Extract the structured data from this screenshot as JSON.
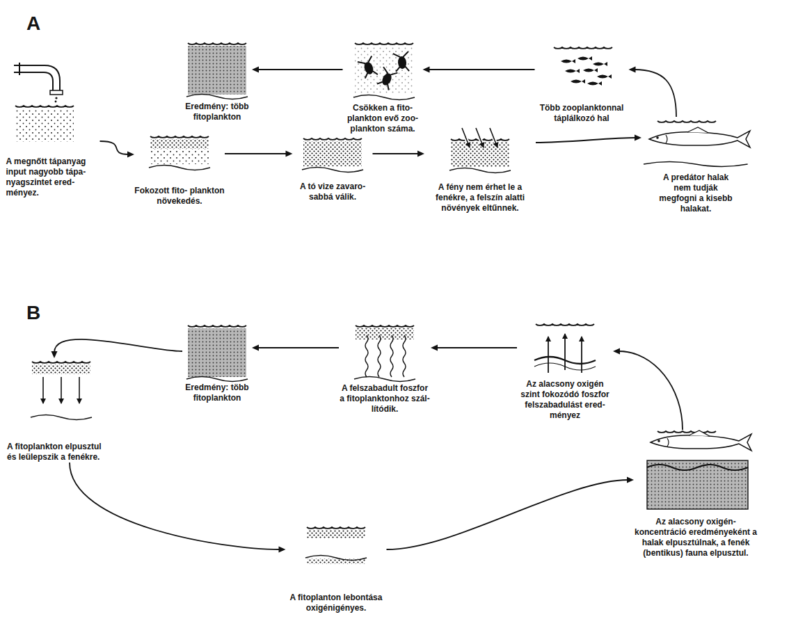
{
  "diagram": {
    "nodes": [
      {
        "text": [
          "A megnőtt tápanyag input nagyobb tápa- nyagszintet ered- ményez."
        ]
      },
      {
        "text": [
          "Fokozott fito- plankton növekedés."
        ]
      },
      {
        "text": [
          "A tó vize zavaro- sabbá válik."
        ]
      },
      {
        "text": [
          "A fény nem érhet le a fenékre, a felszín alatti növények eltűnnek."
        ]
      },
      {
        "text": [
          "A predátor halak nem tudják megfogni a kisebb halakat."
        ]
      },
      {
        "text": [
          "Több zooplanktonnal táplálkozó hal"
        ]
      },
      {
        "text": [
          "Csökken a fito- plankton evő zoo- plankton száma."
        ]
      },
      {
        "text": [
          "Eredmény: több fitoplankton"
        ]
      },
      {
        "text": [
          "A fitoplankton elpusztul és leülepszik a fenékre."
        ]
      },
      {
        "text": [
          "A fitoplanton lebontása oxigénigényes."
        ]
      },
      {
        "text": [
          "Az alacsony oxigén- koncentráció eredményeként a halak elpusztúlnak, a fenék (bentikus) fauna elpusztul."
        ]
      },
      {
        "text": [
          "Az alacsony oxigén szint fokozódó foszfor felszabadulást ered- ményez"
        ]
      },
      {
        "text": [
          "A felszabadult foszfor a fitoplanktonhoz szál- lítódik."
        ]
      },
      {
        "text": [
          "Eredmény: több fitoplankton"
        ]
      }
    ],
    "edges": [
      {
        "from": 0,
        "to": 1,
        "arrow": "to"
      },
      {
        "from": 1,
        "to": 2,
        "arrow": "to"
      },
      {
        "from": 2,
        "to": 3,
        "arrow": "to"
      },
      {
        "from": 3,
        "to": 4,
        "arrow": "to"
      },
      {
        "from": 4,
        "to": 5,
        "arrow": "to"
      },
      {
        "from": 5,
        "to": 6,
        "arrow": "to"
      },
      {
        "from": 6,
        "to": 7,
        "arrow": "to"
      },
      {
        "from": 8,
        "to": 9,
        "arrow": "to"
      },
      {
        "from": 9,
        "to": 10,
        "arrow": "to"
      },
      {
        "from": 10,
        "to": 11,
        "arrow": "to"
      },
      {
        "from": 11,
        "to": 12,
        "arrow": "to"
      },
      {
        "from": 12,
        "to": 13,
        "arrow": "to"
      },
      {
        "from": 13,
        "to": 8,
        "arrow": "to"
      }
    ],
    "labels": [
      "A",
      "B"
    ]
  }
}
